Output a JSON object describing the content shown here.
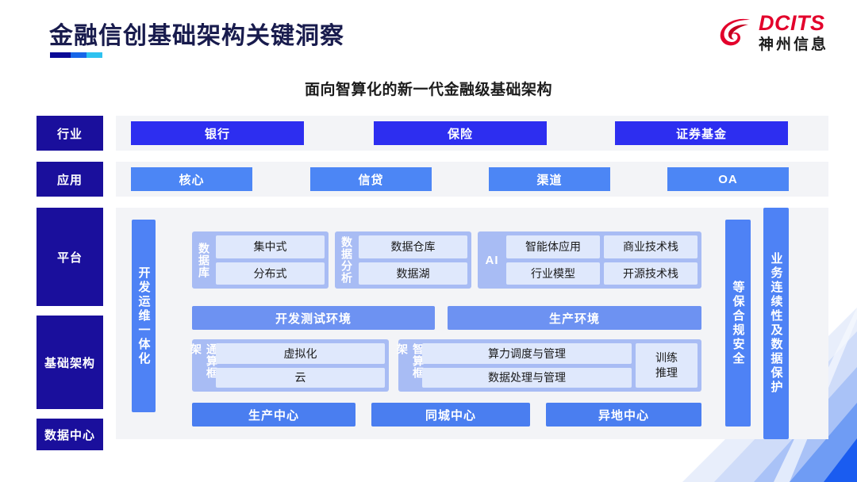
{
  "header": {
    "title": "金融信创基础架构关键洞察",
    "rule_colors": [
      "#0a0a96",
      "#1766e8",
      "#2ec2f0"
    ],
    "logo": {
      "en": "DCITS",
      "cn": "神州信息",
      "color": "#e3002b",
      "mark": "swirl-icon"
    }
  },
  "subtitle": "面向智算化的新一代金融级基础架构",
  "sidebar": {
    "items": [
      {
        "label": "行业"
      },
      {
        "label": "应用"
      },
      {
        "label": "平台"
      },
      {
        "label": "基础架构"
      },
      {
        "label": "数据中心"
      }
    ],
    "color": "#1a0f9c"
  },
  "rows": {
    "industry": {
      "color": "#2d2ef0",
      "items": [
        {
          "label": "银行"
        },
        {
          "label": "保险"
        },
        {
          "label": "证券基金"
        }
      ]
    },
    "application": {
      "color": "#4c86f5",
      "items": [
        {
          "label": "核心"
        },
        {
          "label": "信贷"
        },
        {
          "label": "渠道"
        },
        {
          "label": "OA"
        }
      ]
    }
  },
  "platform": {
    "devops_bar": "开发运维一体化",
    "groups": [
      {
        "name": "database",
        "label": "数据库",
        "cells": [
          "集中式",
          "分布式"
        ]
      },
      {
        "name": "data-analysis",
        "label": "数据分析",
        "cells": [
          "数据仓库",
          "数据湖"
        ]
      },
      {
        "name": "ai",
        "label": "AI",
        "columns": [
          [
            "智能体应用",
            "行业模型"
          ],
          [
            "商业技术栈",
            "开源技术栈"
          ]
        ]
      }
    ],
    "environments": [
      {
        "label": "开发测试环境"
      },
      {
        "label": "生产环境"
      }
    ],
    "frameworks": [
      {
        "name": "general-compute-framework",
        "label": "通算框架",
        "cells": [
          "虚拟化",
          "云"
        ]
      },
      {
        "name": "intelligent-compute-framework",
        "label": "智算框架",
        "cells": [
          "算力调度与管理",
          "数据处理与管理"
        ],
        "side_cell": "训练\n推理"
      }
    ],
    "data_centers": [
      {
        "label": "生产中心"
      },
      {
        "label": "同城中心"
      },
      {
        "label": "异地中心"
      }
    ],
    "right_bars": [
      {
        "label": "等保合规安全"
      },
      {
        "label": "业务连续性及数据保护"
      }
    ]
  }
}
